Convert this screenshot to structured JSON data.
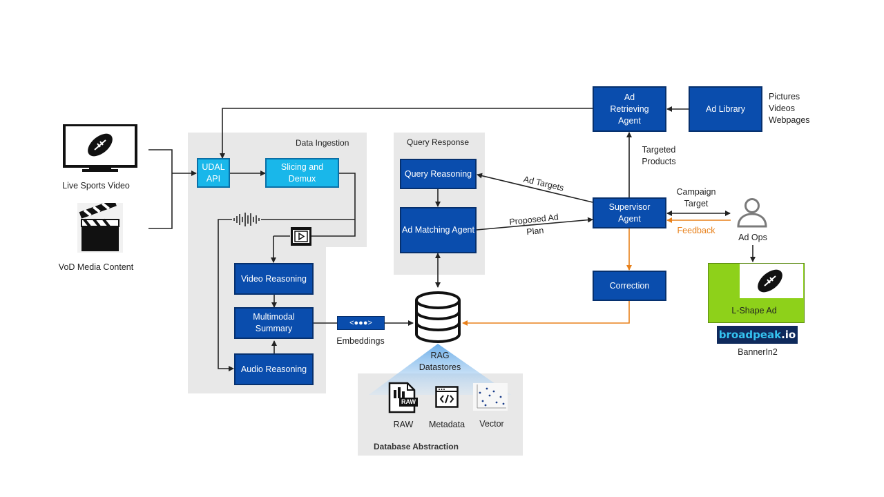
{
  "sources": {
    "live_label": "Live Sports Video",
    "vod_label": "VoD Media Content"
  },
  "panels": {
    "data_ingestion": "Data Ingestion",
    "query_response": "Query Response",
    "database_abstraction": "Database Abstraction"
  },
  "boxes": {
    "udal_api": "UDAL API",
    "slicing_demux": "Slicing and Demux",
    "video_reasoning": "Video Reasoning",
    "multimodal_summary": "Multimodal Summary",
    "audio_reasoning": "Audio Reasoning",
    "query_reasoning": "Query Reasoning",
    "ad_matching_agent": "Ad Matching Agent",
    "ad_retrieving_agent": "Ad Retrieving Agent",
    "ad_library": "Ad Library",
    "supervisor_agent": "Supervisor Agent",
    "correction": "Correction"
  },
  "labels": {
    "embeddings": "Embeddings",
    "embeddings_glyph": "<●●●>",
    "rag_datastores": "RAG Datastores",
    "raw": "RAW",
    "raw_badge": "RAW",
    "metadata": "Metadata",
    "vector": "Vector",
    "ad_targets": "Ad Targets",
    "proposed_ad_plan": "Proposed Ad Plan",
    "targeted_products": "Targeted Products",
    "campaign_target": "Campaign Target",
    "feedback": "Feedback",
    "ad_ops": "Ad Ops",
    "library_contents": "Pictures Videos Webpages",
    "l_shape_ad": "L-Shape Ad",
    "broadpeak_name": "broadpeak",
    "broadpeak_tld": ".io",
    "bannerin2": "BannerIn2"
  },
  "colors": {
    "box_dark": "#0a4dad",
    "box_light": "#19b7ea",
    "panel_gray": "#e8e8e8",
    "feedback_orange": "#e8801a",
    "ad_green": "#8ed11a"
  },
  "icons": [
    "tv-icon",
    "football-icon",
    "clapperboard-icon",
    "soundwave-icon",
    "video-frame-icon",
    "database-icon",
    "raw-file-icon",
    "code-window-icon",
    "scatter-plot-icon",
    "person-icon"
  ]
}
